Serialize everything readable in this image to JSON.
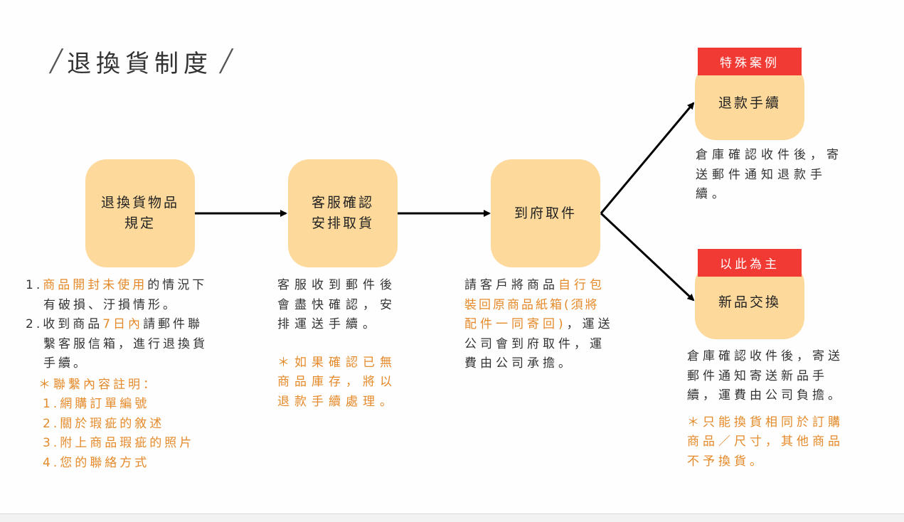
{
  "title": "退換貨制度",
  "flow": {
    "step1": {
      "line1": "退換貨物品",
      "line2": "規定"
    },
    "step2": {
      "line1": "客服確認",
      "line2": "安排取貨"
    },
    "step3": {
      "label": "到府取件"
    },
    "branch_refund": {
      "tag": "特殊案例",
      "label": "退款手續"
    },
    "branch_exchange": {
      "tag": "以此為主",
      "label": "新品交換"
    }
  },
  "notes": {
    "step1": {
      "item1_num": "1.",
      "item1_hl": "商品開封未使用",
      "item1_rest_a": "的情況下",
      "item1_rest_b": "有破損、汙損情形。",
      "item2_num": "2.",
      "item2_pre": "收到商品",
      "item2_hl": "7日內",
      "item2_rest_a": "請郵件聯",
      "item2_rest_b": "繫客服信箱，進行退換貨",
      "item2_rest_c": "手續。",
      "contact_title": "＊聯繫內容註明：",
      "contact_items": [
        "1.網購訂單編號",
        "2.關於瑕疵的敘述",
        "3.附上商品瑕疵的照片",
        "4.您的聯絡方式"
      ]
    },
    "step2": {
      "line1": "客服收到郵件後",
      "line2": "會盡快確認，安",
      "line3": "排運送手續。",
      "alt1": "＊如果確認已無",
      "alt2": "商品庫存，將以",
      "alt3": "退款手續處理。"
    },
    "step3": {
      "line1_pre": "請客戶將商品",
      "line1_hl": "自行包",
      "line2_hl": "裝回原商品紙箱(須將",
      "line3_hl": "配件一同寄回)",
      "line3_rest": "，運送",
      "line4": "公司會到府取件，運",
      "line5": "費由公司承擔。"
    },
    "refund": {
      "line1": "倉庫確認收件後，寄",
      "line2": "送郵件通知退款手",
      "line3": "續。"
    },
    "exchange": {
      "line1": "倉庫確認收件後，寄送",
      "line2": "郵件通知寄送新品手",
      "line3": "續，運費由公司負擔。",
      "alt1": "＊只能換貨相同於訂購",
      "alt2": "商品／尺寸，其他商品",
      "alt3": "不予換貨。"
    }
  },
  "colors": {
    "box_fill": "#fdd99b",
    "tag_red": "#f23a35",
    "highlight_orange": "#e58a2a",
    "text": "#333333",
    "arrow": "#000000"
  }
}
